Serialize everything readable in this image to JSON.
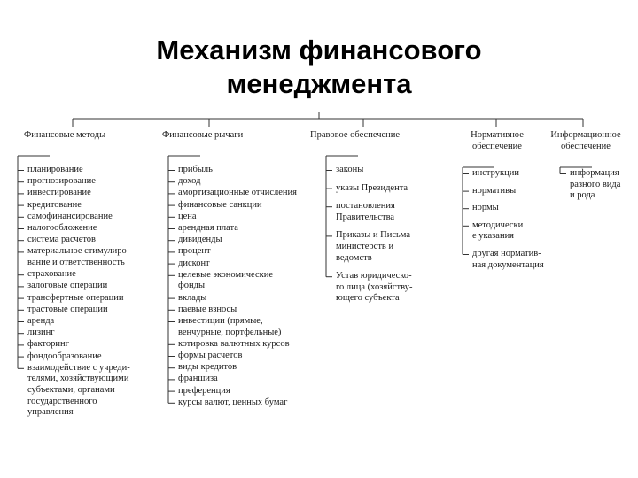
{
  "title": "Механизм финансового\nменеджмента",
  "columns": [
    {
      "header": "Финансовые методы",
      "items": [
        "планирование",
        "прогнозирование",
        "инвестирование",
        "кредитование",
        "самофинансирование",
        "налогообложение",
        "система расчетов",
        "материальное стимулиро-\nвание и ответственность",
        "страхование",
        "залоговые операции",
        "трансфертные операции",
        "трастовые операции",
        "аренда",
        "лизинг",
        "факторинг",
        "фондообразование",
        "взаимодействие с учреди-\nтелями, хозяйствующими\nсубъектами, органами\nгосударственного\nуправления"
      ]
    },
    {
      "header": "Финансовые рычаги",
      "items": [
        "прибыль",
        "доход",
        "амортизационные отчисления",
        "финансовые санкции",
        "цена",
        "арендная плата",
        "дивиденды",
        "процент",
        "дисконт",
        "целевые экономические\nфонды",
        "вклады",
        "паевые взносы",
        "инвестиции (прямые,\nвенчурные, портфельные)",
        "котировка валютных курсов",
        "формы расчетов",
        "виды кредитов",
        "франшиза",
        "преференция",
        "курсы валют, ценных бумаг"
      ]
    },
    {
      "header": "Правовое обеспечение",
      "items": [
        "законы",
        "указы Президента",
        "постановления\nПравительства",
        "Приказы и Письма\nминистерств и\nведомств",
        "Устав юридическо-\nго лица (хозяйству-\nющего субъекта"
      ]
    },
    {
      "header": "Нормативное\nобеспечение",
      "items": [
        "инструкции",
        "нормативы",
        "нормы",
        "методически\nе указания",
        "другая норматив-\nная документация"
      ]
    },
    {
      "header": "Информационное\nобеспечение",
      "items": [
        "информация\nразного вида\nи рода"
      ]
    }
  ]
}
